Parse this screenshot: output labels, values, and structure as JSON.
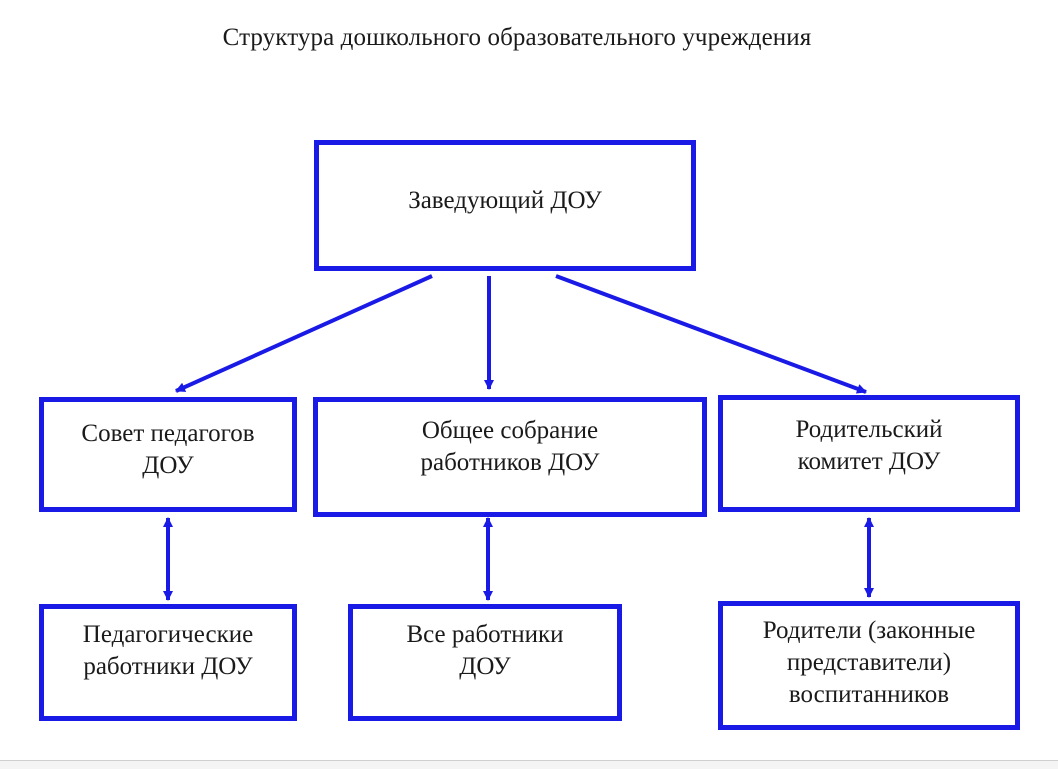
{
  "title": "Структура дошкольного образовательного учреждения",
  "nodes": {
    "head": "Заведующий ДОУ",
    "council": "Совет педагогов\nДОУ",
    "assembly": "Общее собрание\nработников ДОУ",
    "parents_committee": "Родительский\nкомитет ДОУ",
    "teachers": "Педагогические\nработники ДОУ",
    "workers": "Все работники\nДОУ",
    "parents": "Родители (законные\nпредставители)\nвоспитанников"
  },
  "colors": {
    "accent": "#1a1ae6",
    "text": "#1a1a1a"
  },
  "edges": [
    {
      "from": "head",
      "to": "council",
      "type": "arrow"
    },
    {
      "from": "head",
      "to": "assembly",
      "type": "arrow"
    },
    {
      "from": "head",
      "to": "parents_committee",
      "type": "arrow"
    },
    {
      "from": "council",
      "to": "teachers",
      "type": "double-arrow"
    },
    {
      "from": "assembly",
      "to": "workers",
      "type": "double-arrow"
    },
    {
      "from": "parents_committee",
      "to": "parents",
      "type": "double-arrow"
    }
  ]
}
